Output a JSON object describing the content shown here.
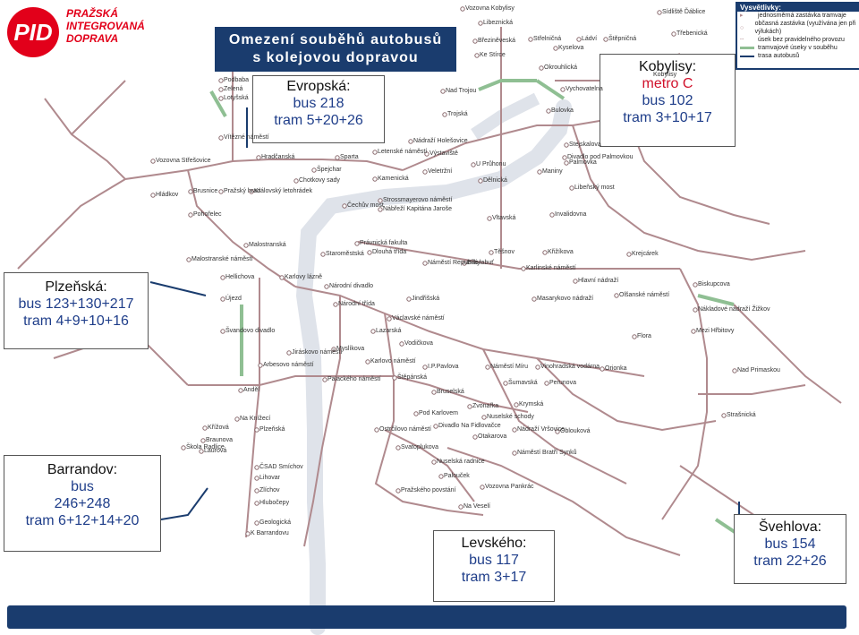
{
  "logo": {
    "mark": "PID",
    "line1": "PRAŽSKÁ",
    "line2": "INTEGROVANÁ",
    "line3": "DOPRAVA"
  },
  "title": {
    "line1": "Omezení souběhů autobusů",
    "line2": "s kolejovou dopravou"
  },
  "legend": {
    "title": "Vysvětlivky:",
    "items": [
      "jednosměrná zastávka tramvaje",
      "občasná zastávka (využívána jen při výlukách)",
      "úsek bez pravidelného provozu",
      "tramvajové úseky v souběhu",
      "trasa autobusů"
    ]
  },
  "callouts": [
    {
      "id": "evropska",
      "name": "Evropská:",
      "lines": [
        {
          "kind": "bus",
          "text": "bus 218"
        },
        {
          "kind": "tram",
          "text": "tram 5+20+26"
        }
      ]
    },
    {
      "id": "kobylisy",
      "name": "Kobylisy:",
      "lines": [
        {
          "kind": "metro",
          "text": "metro C"
        },
        {
          "kind": "bus",
          "text": "bus 102"
        },
        {
          "kind": "tram",
          "text": "tram 3+10+17"
        }
      ]
    },
    {
      "id": "plzenska",
      "name": "Plzeňská:",
      "lines": [
        {
          "kind": "bus",
          "text": "bus 123+130+217"
        },
        {
          "kind": "tram",
          "text": "tram 4+9+10+16"
        }
      ]
    },
    {
      "id": "barrandov",
      "name": "Barrandov:",
      "lines": [
        {
          "kind": "bus",
          "text": "bus"
        },
        {
          "kind": "bus",
          "text": "246+248"
        },
        {
          "kind": "tram",
          "text": "tram 6+12+14+20"
        }
      ]
    },
    {
      "id": "levskeho",
      "name": "Levského:",
      "lines": [
        {
          "kind": "bus",
          "text": "bus 117"
        },
        {
          "kind": "tram",
          "text": "tram 3+17"
        }
      ]
    },
    {
      "id": "svehlova",
      "name": "Švehlova:",
      "lines": [
        {
          "kind": "bus",
          "text": "bus 154"
        },
        {
          "kind": "tram",
          "text": "tram 22+26"
        }
      ]
    }
  ],
  "stations": [
    "Vozovna Kobylisy",
    "Libeznická",
    "Březiněveská",
    "Ke Stírce",
    "Okrouhlická",
    "Vychovatelna",
    "Bulovka",
    "Trojská",
    "Nádraží Holešovice",
    "Výstaviště",
    "Veletržní",
    "U Průhonu",
    "Dělnická",
    "Maniny",
    "Palmovka",
    "Libeňský most",
    "Invalidovna",
    "Vltavská",
    "Strossmayerovo náměstí",
    "Nábřeží Kapitána Jaroše",
    "Čechův most",
    "Právnická fakulta",
    "Dlouhá třída",
    "Staroměstská",
    "Malostranská",
    "Malostranské náměstí",
    "Hradčanská",
    "Sparta",
    "Letenské náměstí",
    "Špejchar",
    "Chotkovy sady",
    "Kamenická",
    "Brusnice",
    "Pražský hrad",
    "Královský letohrádek",
    "Pohořelec",
    "Vozovna Střešovice",
    "Hládkov",
    "Hellichova",
    "Újezd",
    "Švandovo divadlo",
    "Karlovy lázně",
    "Národní divadlo",
    "Národní třída",
    "Jindřišská",
    "Václavské náměstí",
    "Lazarská",
    "Vodičkova",
    "Myslíkova",
    "Jiráskovo náměstí",
    "Karlovo náměstí",
    "Palackého náměstí",
    "Arbesovo náměstí",
    "Anděl",
    "I.P.Pavlova",
    "Štěpánská",
    "Bruselská",
    "Náměstí Míru",
    "Šumavská",
    "Vinohradská vodárna",
    "Perunova",
    "Orionka",
    "Flora",
    "Olšanské náměstí",
    "Karlinské náměstí",
    "Křižíkova",
    "Krejcárek",
    "Biskupcova",
    "Nákladové nádraží Žižkov",
    "Mezi Hřbitovy",
    "Nad Primaskou",
    "Strašnická",
    "Zvonařka",
    "Náměstí Bratří Synků",
    "Svatoplukova",
    "Ostrčilovo náměstí",
    "Divadlo Na Fidlovačce",
    "Otakarova",
    "Nádraží Vršovice",
    "Oblouková",
    "Krymská",
    "Nuselské schody",
    "Pod Karlovem",
    "Nuselská radnice",
    "Palouček",
    "Pražského povstání",
    "Vozovna Pankrác",
    "Na Veselí",
    "ČSAD Smíchov",
    "Lihovar",
    "Zlíchov",
    "Hlubočepy",
    "Geologická",
    "K Barrandovu",
    "Křížová",
    "Braunova",
    "Laurová",
    "Škola Radlice",
    "Na Knížecí",
    "Plzeňská",
    "Vítězné náměstí",
    "Lotyšská",
    "Podbaba",
    "Zelená",
    "Sídliště Ďáblice",
    "Třebenická",
    "Štěpničná",
    "Ládví",
    "Kyselova",
    "Střelničná",
    "Nad Trojou",
    "Kobylisy",
    "Stejskalova",
    "Divadlo pod Palmovkou",
    "Bílá labuť",
    "Těšnov",
    "Náměstí Republiky",
    "Masarykovo nádraží",
    "Hlavní nádraží"
  ],
  "colors": {
    "navy": "#1a3c6e",
    "red": "#e2001a",
    "track": "#b08a8e",
    "green": "#8fbf93",
    "bus": "#1a3c6e",
    "river": "#dfe3ea"
  }
}
